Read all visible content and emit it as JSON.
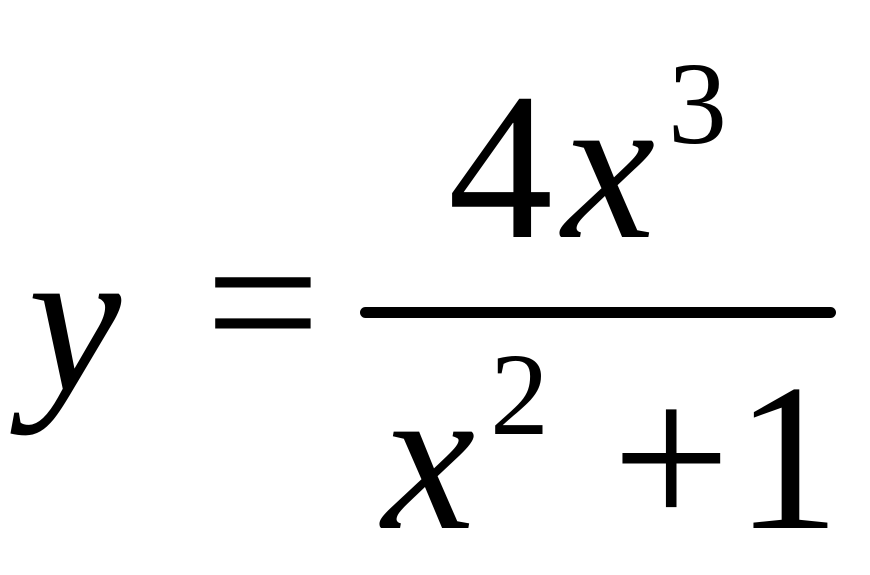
{
  "equation": {
    "lhs": {
      "variable": "y"
    },
    "equals": "=",
    "numerator": {
      "coefficient": "4",
      "variable": "x",
      "exponent": "3"
    },
    "denominator": {
      "variable": "x",
      "exponent": "2",
      "operator": "+",
      "constant": "1"
    }
  }
}
